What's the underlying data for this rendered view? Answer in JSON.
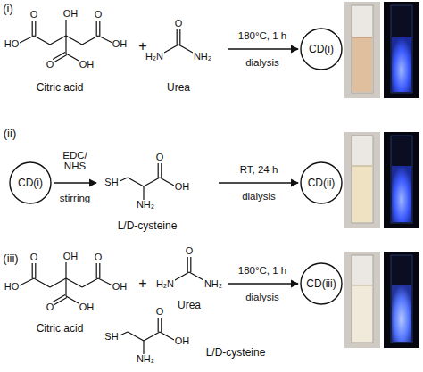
{
  "diagram": {
    "nodes": [
      {
        "text": [
          "CD(i)"
        ]
      },
      {
        "text": [
          "CD(i)"
        ]
      },
      {
        "text": [
          "CD(ii)"
        ]
      },
      {
        "text": [
          "CD(iii)"
        ]
      }
    ],
    "labels": [
      "(i)",
      "O",
      "OH",
      "O",
      "HO",
      "OH",
      "O",
      "OH",
      "+",
      "O",
      "H₂N",
      "NH₂",
      "Citric acid",
      "Urea",
      "180°C, 1 h",
      "dialysis",
      "(ii)",
      "EDC/ NHS",
      "stirring",
      "O",
      "SH",
      "OH",
      "NH₂",
      "L/D-cysteine",
      "RT, 24 h",
      "dialysis",
      "(iii)",
      "O",
      "OH",
      "O",
      "HO",
      "OH",
      "O",
      "OH",
      "+",
      "O",
      "H₂N",
      "NH₂",
      "Citric acid",
      "Urea",
      "O",
      "SH",
      "OH",
      "NH₂",
      "L/D-cysteine",
      "180°C, 1 h",
      "dialysis"
    ]
  }
}
